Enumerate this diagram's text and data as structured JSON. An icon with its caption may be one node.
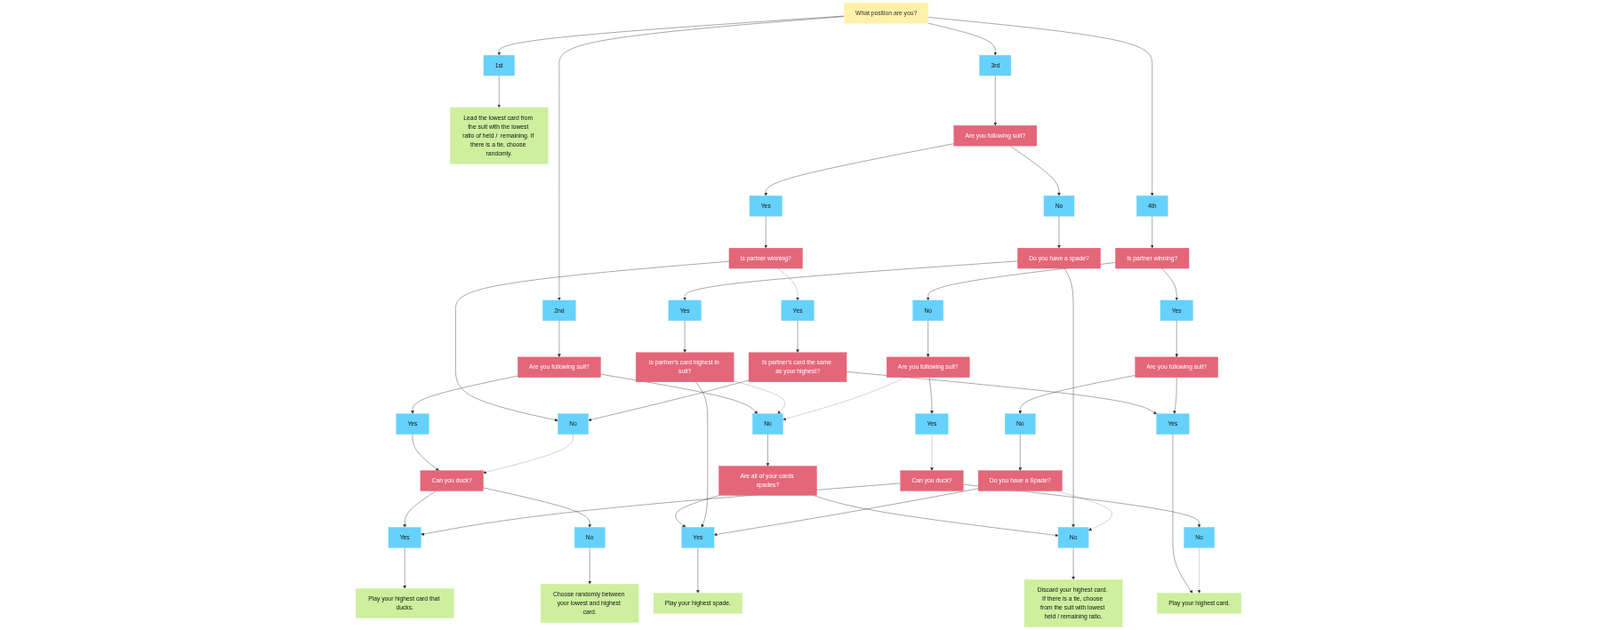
{
  "diagram": {
    "nodes": [
      {
        "text": [
          "What position are you?"
        ]
      },
      {
        "text": [
          "1st"
        ]
      },
      {
        "text": [
          "Lead the lowest card from the suit with the lowest ratio of held /  remaining. If there is a tie, choose randomly."
        ]
      },
      {
        "text": [
          "4th"
        ]
      },
      {
        "text": [
          "Is partner winning?"
        ]
      },
      {
        "text": [
          "No"
        ]
      },
      {
        "text": [
          "Play your highest card that ducks."
        ]
      },
      {
        "text": [
          "2nd"
        ]
      },
      {
        "text": [
          "3rd"
        ]
      },
      {
        "text": [
          "Yes"
        ]
      },
      {
        "text": [
          "Are you following suit?"
        ]
      },
      {
        "text": [
          "Yes"
        ]
      },
      {
        "text": [
          "Yes"
        ]
      },
      {
        "text": [
          "Can you duck?"
        ]
      },
      {
        "text": [
          "Yes"
        ]
      },
      {
        "text": [
          "Are you following suit?"
        ]
      },
      {
        "text": [
          "Do you have a spade?"
        ]
      },
      {
        "text": [
          "No"
        ]
      },
      {
        "text": [
          "Are you following suit?"
        ]
      },
      {
        "text": [
          "Are you following suit?"
        ]
      },
      {
        "text": [
          "Can you duck?"
        ]
      },
      {
        "text": [
          "Choose randomly between your lowest and highest card."
        ]
      },
      {
        "text": [
          "No"
        ]
      },
      {
        "text": [
          "No"
        ]
      },
      {
        "text": [
          "Yes"
        ]
      },
      {
        "text": [
          "Yes"
        ]
      },
      {
        "text": [
          "Are all of your cards spades?"
        ]
      },
      {
        "text": [
          "Is partner's card highest in suit?"
        ]
      },
      {
        "text": [
          "No"
        ]
      },
      {
        "text": [
          "Is partner winning?"
        ]
      },
      {
        "text": [
          "No"
        ]
      },
      {
        "text": [
          "No"
        ]
      },
      {
        "text": [
          "Yes"
        ]
      },
      {
        "text": [
          "No"
        ]
      },
      {
        "text": [
          "Yes"
        ]
      },
      {
        "text": [
          "Do you have a Spade?"
        ]
      },
      {
        "text": [
          "Play your highest spade."
        ]
      },
      {
        "text": [
          "Is partner's card the same as your highest?"
        ]
      },
      {
        "text": [
          "Discard your highest card. If there is a tie, choose from the suit with lowest held / remaining ratio."
        ]
      },
      {
        "text": [
          "Yes"
        ]
      },
      {
        "text": [
          "Play your highest card."
        ]
      }
    ],
    "edges": [
      {
        "from": 0,
        "to": 1,
        "arrow": "to"
      },
      {
        "from": 1,
        "to": 2,
        "arrow": "to"
      },
      {
        "from": 0,
        "to": 7,
        "arrow": "to"
      },
      {
        "from": 7,
        "to": 15,
        "arrow": "to"
      },
      {
        "from": 15,
        "to": 14,
        "arrow": "to"
      },
      {
        "from": 14,
        "to": 13,
        "arrow": "to"
      },
      {
        "from": 13,
        "to": 12,
        "arrow": "to"
      },
      {
        "from": 12,
        "to": 6,
        "arrow": "to"
      },
      {
        "from": 13,
        "to": 22,
        "arrow": "to"
      },
      {
        "from": 22,
        "to": 21,
        "arrow": "to"
      },
      {
        "from": 15,
        "to": 23,
        "arrow": "to"
      },
      {
        "from": 23,
        "to": 26,
        "arrow": "to"
      },
      {
        "from": 26,
        "to": 32,
        "arrow": "to"
      },
      {
        "from": 26,
        "to": 33,
        "arrow": "to"
      },
      {
        "from": 32,
        "to": 36,
        "arrow": "to"
      },
      {
        "from": 33,
        "to": 38,
        "arrow": "to"
      },
      {
        "from": 0,
        "to": 8,
        "arrow": "to"
      },
      {
        "from": 8,
        "to": 18,
        "arrow": "to"
      },
      {
        "from": 18,
        "to": 17,
        "arrow": "to"
      },
      {
        "from": 17,
        "to": 16,
        "arrow": "to"
      },
      {
        "from": 16,
        "to": 24,
        "arrow": "to"
      },
      {
        "from": 24,
        "to": 27,
        "arrow": "to"
      },
      {
        "from": 27,
        "to": 23,
        "arrow": "to",
        "style": "dashed"
      },
      {
        "from": 27,
        "to": 32,
        "arrow": "to"
      },
      {
        "from": 16,
        "to": 33,
        "arrow": "to"
      },
      {
        "from": 18,
        "to": 25,
        "arrow": "to"
      },
      {
        "from": 25,
        "to": 29,
        "arrow": "to"
      },
      {
        "from": 29,
        "to": 28,
        "arrow": "to"
      },
      {
        "from": 28,
        "to": 13,
        "arrow": "to",
        "style": "dashed"
      },
      {
        "from": 29,
        "to": 34,
        "arrow": "to",
        "style": "dashed"
      },
      {
        "from": 34,
        "to": 37,
        "arrow": "to"
      },
      {
        "from": 37,
        "to": 28,
        "arrow": "to"
      },
      {
        "from": 37,
        "to": 39,
        "arrow": "to"
      },
      {
        "from": 39,
        "to": 40,
        "arrow": "to"
      },
      {
        "from": 0,
        "to": 3,
        "arrow": "to"
      },
      {
        "from": 3,
        "to": 4,
        "arrow": "to"
      },
      {
        "from": 4,
        "to": 9,
        "arrow": "to"
      },
      {
        "from": 9,
        "to": 19,
        "arrow": "to"
      },
      {
        "from": 19,
        "to": 39,
        "arrow": "to"
      },
      {
        "from": 19,
        "to": 30,
        "arrow": "to"
      },
      {
        "from": 30,
        "to": 35,
        "arrow": "to"
      },
      {
        "from": 35,
        "to": 32,
        "arrow": "to"
      },
      {
        "from": 35,
        "to": 33,
        "arrow": "to",
        "style": "dashed"
      },
      {
        "from": 4,
        "to": 5,
        "arrow": "to"
      },
      {
        "from": 5,
        "to": 10,
        "arrow": "to"
      },
      {
        "from": 10,
        "to": 11,
        "arrow": "to"
      },
      {
        "from": 11,
        "to": 20,
        "arrow": "to",
        "style": "dashed"
      },
      {
        "from": 20,
        "to": 12,
        "arrow": "to"
      },
      {
        "from": 20,
        "to": 31,
        "arrow": "to"
      },
      {
        "from": 31,
        "to": 40,
        "arrow": "to",
        "style": "dashed"
      },
      {
        "from": 10,
        "to": 23,
        "arrow": "to",
        "style": "dashed"
      }
    ]
  }
}
